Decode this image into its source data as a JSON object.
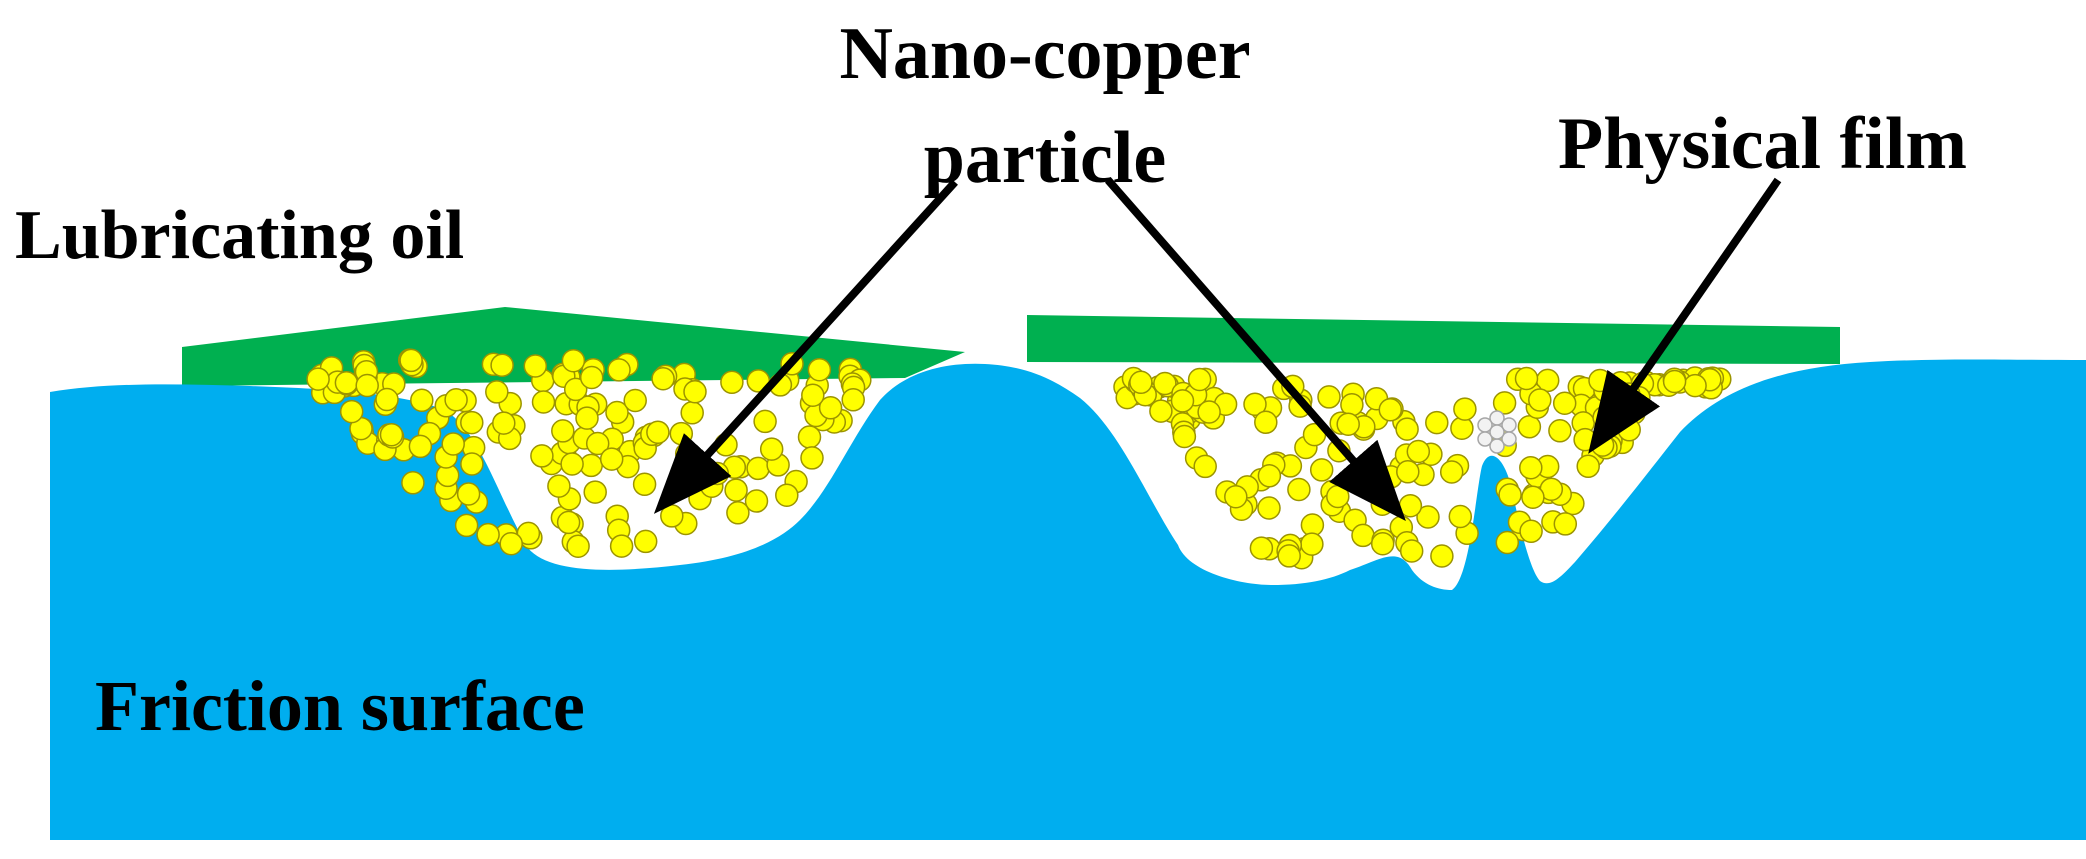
{
  "labels": {
    "nano_copper_line1": "Nano-copper",
    "nano_copper_line2": "particle",
    "physical_film": "Physical film",
    "lubricating_oil": "Lubricating oil",
    "friction_surface": "Friction surface"
  },
  "colors": {
    "friction_surface": "#00aeef",
    "lubricating_film": "#00b050",
    "particle_fill": "#ffff00",
    "particle_stroke": "#9c9400",
    "cluster_fill": "#f2f2f2",
    "cluster_stroke": "#a6a6a6",
    "text": "#000000",
    "arrow": "#000000"
  }
}
